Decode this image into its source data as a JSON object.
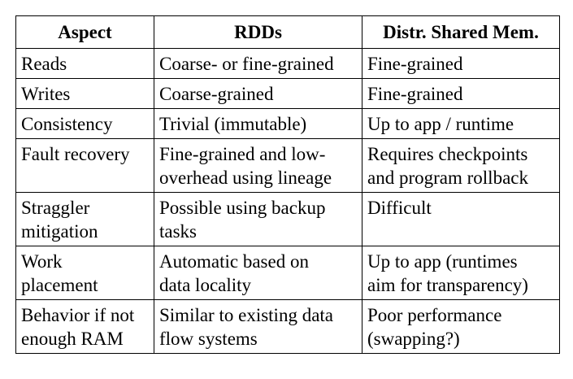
{
  "table": {
    "headers": [
      "Aspect",
      "RDDs",
      "Distr. Shared Mem."
    ],
    "rows": [
      {
        "aspect": [
          "Reads"
        ],
        "rdds": [
          "Coarse- or fine-grained"
        ],
        "dsm": [
          "Fine-grained"
        ]
      },
      {
        "aspect": [
          "Writes"
        ],
        "rdds": [
          "Coarse-grained"
        ],
        "dsm": [
          "Fine-grained"
        ]
      },
      {
        "aspect": [
          "Consistency"
        ],
        "rdds": [
          "Trivial (immutable)"
        ],
        "dsm": [
          "Up to app / runtime"
        ]
      },
      {
        "aspect": [
          "Fault recovery"
        ],
        "rdds": [
          "Fine-grained and low-",
          "overhead using lineage"
        ],
        "dsm": [
          "Requires checkpoints",
          "and program rollback"
        ]
      },
      {
        "aspect": [
          "Straggler",
          "mitigation"
        ],
        "rdds": [
          "Possible using backup",
          "tasks"
        ],
        "dsm": [
          "Difficult"
        ]
      },
      {
        "aspect": [
          "Work",
          "placement"
        ],
        "rdds": [
          "Automatic based on",
          "data locality"
        ],
        "dsm": [
          "Up to app (runtimes",
          "aim for transparency)"
        ]
      },
      {
        "aspect": [
          "Behavior if not",
          "enough RAM"
        ],
        "rdds": [
          "Similar to existing data",
          "flow systems"
        ],
        "dsm": [
          "Poor performance",
          "(swapping?)"
        ]
      }
    ]
  }
}
